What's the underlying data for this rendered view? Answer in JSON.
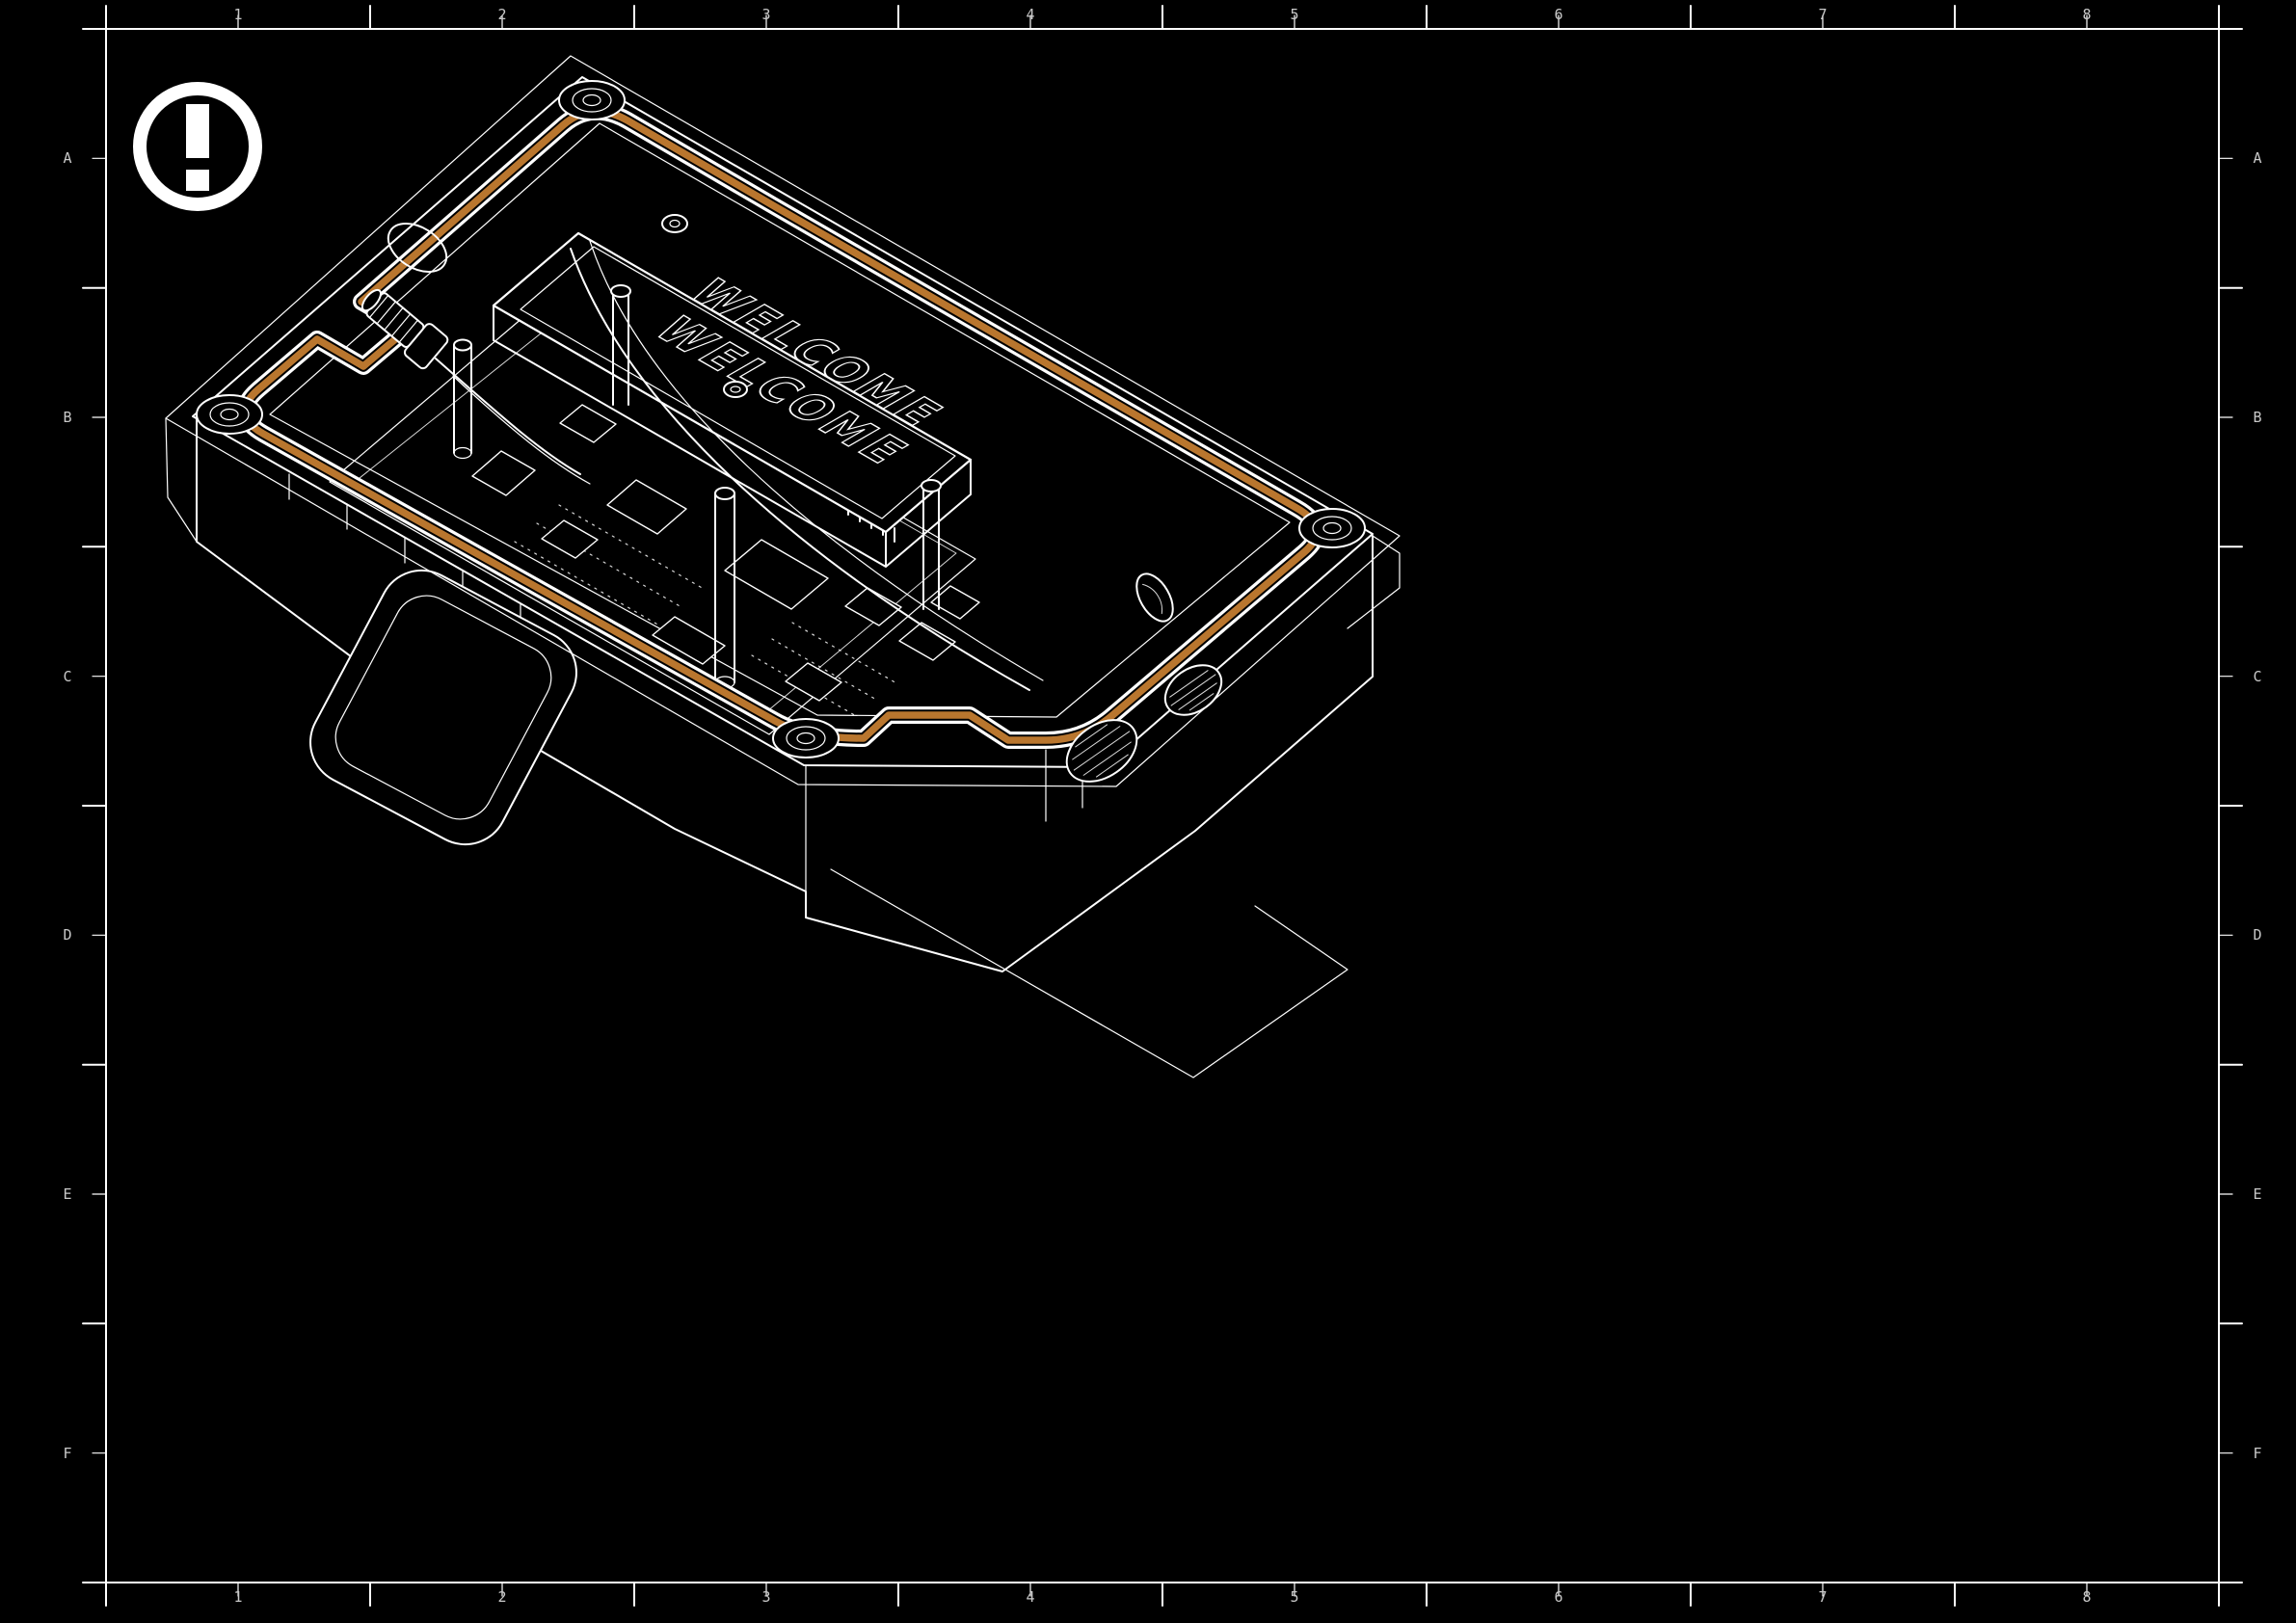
{
  "frame": {
    "columns": [
      "1",
      "2",
      "3",
      "4",
      "5",
      "6",
      "7",
      "8"
    ],
    "rows": [
      "A",
      "B",
      "C",
      "D",
      "E",
      "F"
    ]
  },
  "warning": {
    "icon": "exclamation-circle-icon"
  },
  "drawing": {
    "engraving_line1": "WELCOME",
    "engraving_line2": "WELCOME",
    "colors": {
      "background": "#000000",
      "lines": "#ffffff",
      "gasket": "#b9762e"
    }
  }
}
